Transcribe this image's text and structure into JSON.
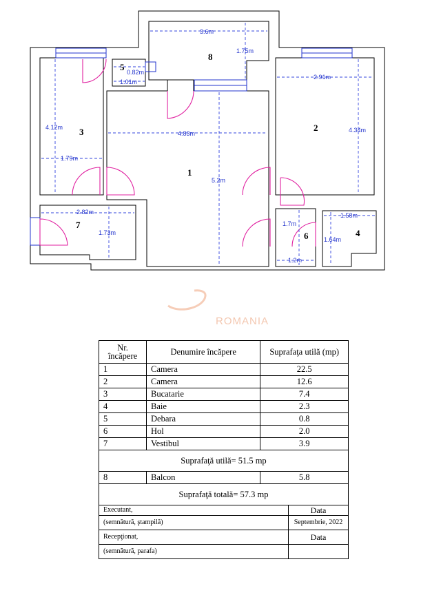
{
  "plan": {
    "rooms": [
      {
        "id": "1",
        "label": "1"
      },
      {
        "id": "2",
        "label": "2"
      },
      {
        "id": "3",
        "label": "3"
      },
      {
        "id": "4",
        "label": "4"
      },
      {
        "id": "5",
        "label": "5"
      },
      {
        "id": "6",
        "label": "6"
      },
      {
        "id": "7",
        "label": "7"
      },
      {
        "id": "8",
        "label": "8"
      }
    ],
    "dimensions": {
      "balcony_width": "3.6m",
      "balcony_depth": "1.75m",
      "pantry_width": "0.82m",
      "pantry_length": "1.01m",
      "room2_width": "2.91m",
      "room2_length": "4.34m",
      "kitchen_length": "4.12m",
      "kitchen_width": "1.79m",
      "room1_width": "4.83m",
      "room1_length": "5.2m",
      "hall_width": "2.82m",
      "hall_depth": "1.73m",
      "hol_length": "1.7m",
      "hol_width": "1.2m",
      "bath_width": "1.58m",
      "bath_length": "1.64m"
    },
    "watermark": "ROMANIA"
  },
  "table": {
    "header": {
      "nr": "Nr. încăpere",
      "name": "Denumire încăpere",
      "area": "Suprafaţa utilă (mp)"
    },
    "rows": [
      {
        "nr": "1",
        "name": "Camera",
        "area": "22.5"
      },
      {
        "nr": "2",
        "name": "Camera",
        "area": "12.6"
      },
      {
        "nr": "3",
        "name": "Bucatarie",
        "area": "7.4"
      },
      {
        "nr": "4",
        "name": "Baie",
        "area": "2.3"
      },
      {
        "nr": "5",
        "name": "Debara",
        "area": "0.8"
      },
      {
        "nr": "6",
        "name": "Hol",
        "area": "2.0"
      },
      {
        "nr": "7",
        "name": "Vestibul",
        "area": "3.9"
      }
    ],
    "useful_total": "Suprafaţă utilă= 51.5 mp",
    "balcony_row": {
      "nr": "8",
      "name": "Balcon",
      "area": "5.8"
    },
    "grand_total": "Suprafaţă totală= 57.3 mp",
    "signatures": {
      "executant": "Executant,",
      "executant_note": "(semnătură, ştampilă)",
      "data_label": "Data",
      "data_value": "Septembrie, 2022",
      "receptionat": "Recepţionat,",
      "receptionat_note": "(semnătură, parafa)",
      "data_label2": "Data"
    }
  }
}
